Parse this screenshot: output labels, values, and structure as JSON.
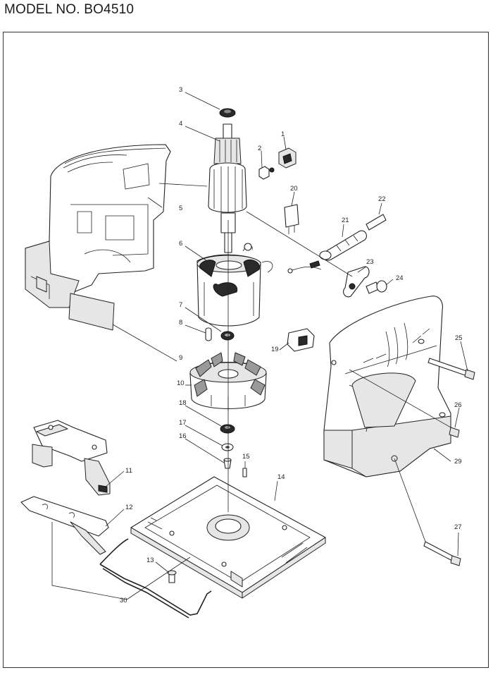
{
  "header": {
    "model_title": "MODEL NO. BO4510"
  },
  "parts": [
    {
      "id": "p1",
      "label": "1"
    },
    {
      "id": "p2",
      "label": "2"
    },
    {
      "id": "p3",
      "label": "3"
    },
    {
      "id": "p4",
      "label": "4"
    },
    {
      "id": "p5",
      "label": "5"
    },
    {
      "id": "p6",
      "label": "6"
    },
    {
      "id": "p7",
      "label": "7"
    },
    {
      "id": "p8",
      "label": "8"
    },
    {
      "id": "p9",
      "label": "9"
    },
    {
      "id": "p10",
      "label": "10"
    },
    {
      "id": "p11",
      "label": "11"
    },
    {
      "id": "p12",
      "label": "12"
    },
    {
      "id": "p13",
      "label": "13"
    },
    {
      "id": "p14",
      "label": "14"
    },
    {
      "id": "p15",
      "label": "15"
    },
    {
      "id": "p16",
      "label": "16"
    },
    {
      "id": "p17",
      "label": "17"
    },
    {
      "id": "p18",
      "label": "18"
    },
    {
      "id": "p19",
      "label": "19"
    },
    {
      "id": "p20",
      "label": "20"
    },
    {
      "id": "p21",
      "label": "21"
    },
    {
      "id": "p22",
      "label": "22"
    },
    {
      "id": "p23",
      "label": "23"
    },
    {
      "id": "p24",
      "label": "24"
    },
    {
      "id": "p25",
      "label": "25"
    },
    {
      "id": "p26",
      "label": "26"
    },
    {
      "id": "p27",
      "label": "27"
    },
    {
      "id": "p29",
      "label": "29"
    },
    {
      "id": "p30",
      "label": "30"
    }
  ]
}
